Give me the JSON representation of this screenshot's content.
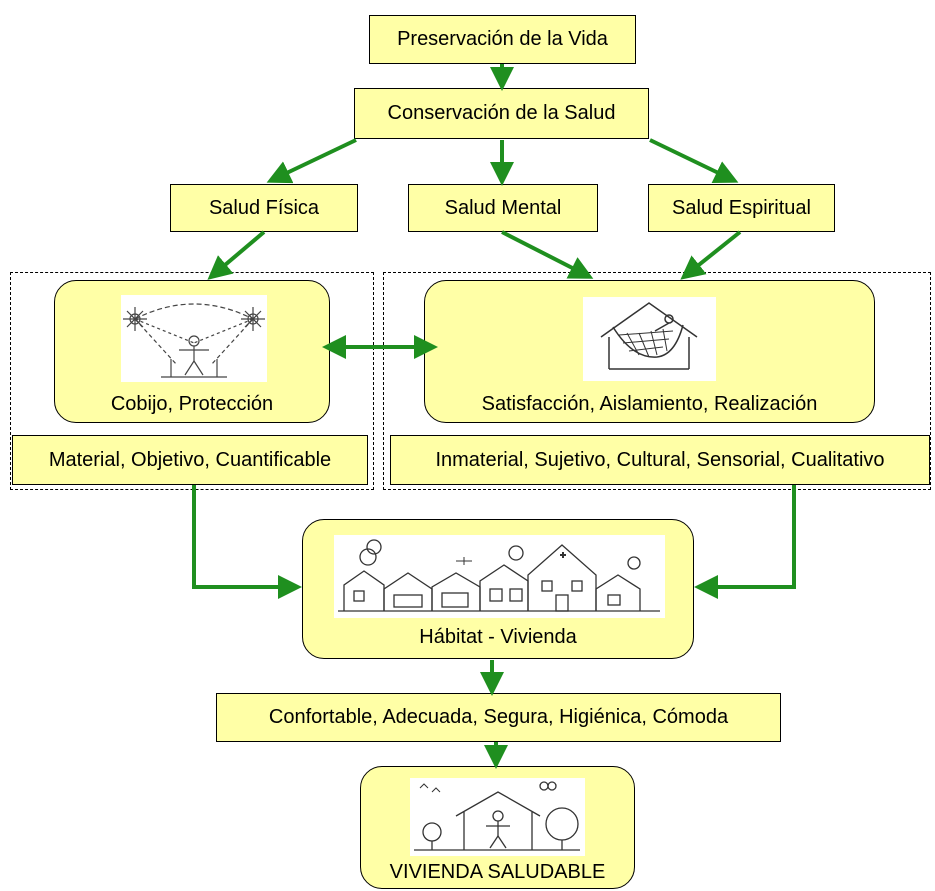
{
  "diagram": {
    "colors": {
      "box_fill": "#ffffa6",
      "arrow": "#1f8f1f",
      "border": "#000000"
    },
    "nodes": {
      "preservacion": "Preservación de la Vida",
      "conservacion": "Conservación de la Salud",
      "salud_fisica": "Salud Física",
      "salud_mental": "Salud Mental",
      "salud_espiritual": "Salud Espiritual",
      "cobijo": "Cobijo, Protección",
      "satisfaccion": "Satisfacción, Aislamiento, Realización",
      "material": "Material, Objetivo, Cuantificable",
      "inmaterial": "Inmaterial, Sujetivo, Cultural, Sensorial, Cualitativo",
      "habitat": "Hábitat - Vivienda",
      "confortable": "Confortable, Adecuada, Segura, Higiénica, Cómoda",
      "vivienda_saludable": "VIVIENDA SALUDABLE"
    },
    "illustrations": {
      "cobijo": "person-under-sun-sketch",
      "satisfaccion": "hammock-under-roof-sketch",
      "habitat": "village-houses-sketch",
      "vivienda_saludable": "house-trees-person-sketch"
    },
    "connections": [
      [
        "preservacion",
        "conservacion"
      ],
      [
        "conservacion",
        "salud_fisica"
      ],
      [
        "conservacion",
        "salud_mental"
      ],
      [
        "conservacion",
        "salud_espiritual"
      ],
      [
        "salud_fisica",
        "cobijo"
      ],
      [
        "salud_mental",
        "satisfaccion"
      ],
      [
        "salud_espiritual",
        "satisfaccion"
      ],
      [
        "cobijo",
        "satisfaccion",
        "bidirectional"
      ],
      [
        "material",
        "habitat"
      ],
      [
        "inmaterial",
        "habitat"
      ],
      [
        "habitat",
        "confortable"
      ],
      [
        "confortable",
        "vivienda_saludable"
      ]
    ]
  }
}
